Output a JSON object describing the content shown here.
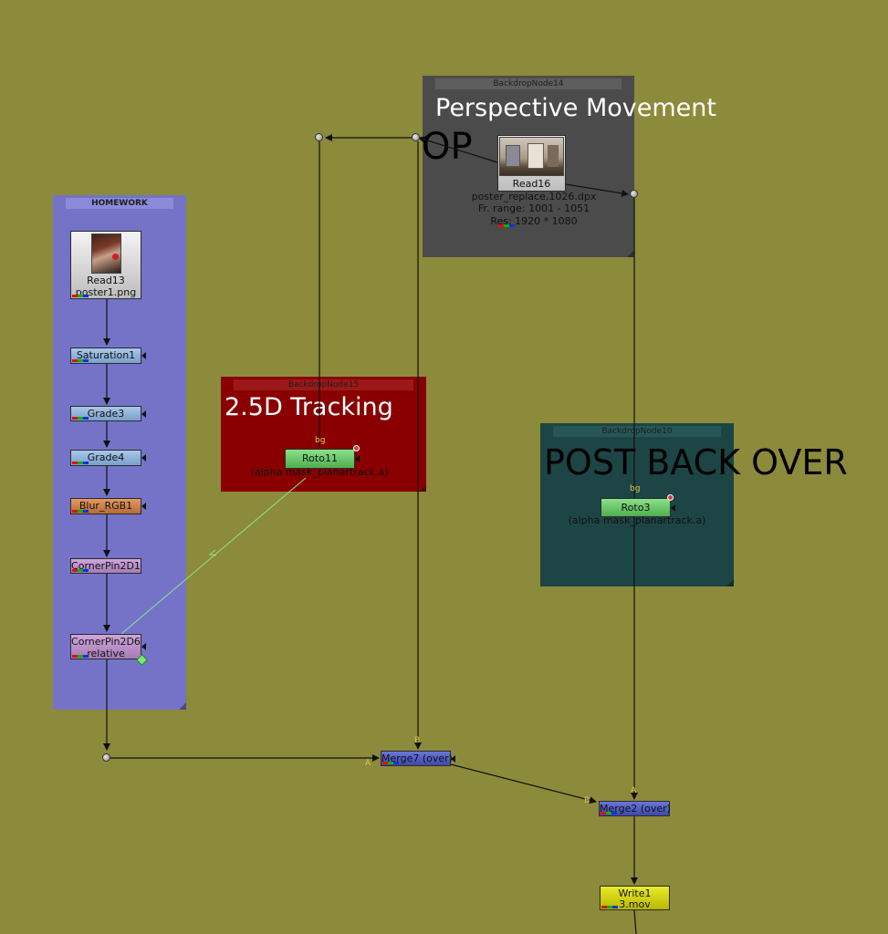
{
  "backdrops": {
    "homework": {
      "label": "HOMEWORK"
    },
    "perspective": {
      "label": "BackdropNode14",
      "title": "Perspective Movement",
      "title2": "OP"
    },
    "tracking": {
      "label": "BackdropNode15",
      "title": "2.5D Tracking"
    },
    "postback": {
      "label": "BackdropNode10",
      "title": "POST BACK OVER"
    }
  },
  "nodes": {
    "read13": {
      "label": "Read13",
      "file": "poster1.png"
    },
    "saturation1": {
      "label": "Saturation1"
    },
    "grade3": {
      "label": "Grade3"
    },
    "grade4": {
      "label": "Grade4"
    },
    "blur": {
      "label": "Blur_RGB1"
    },
    "cornerpin1": {
      "label": "CornerPin2D1"
    },
    "cornerpin6": {
      "label": "CornerPin2D6",
      "sub": "relative"
    },
    "read16": {
      "label": "Read16",
      "file": "poster_replace.1026.dpx",
      "range": "Fr. range: 1001 - 1051",
      "res": "Res: 1920 * 1080"
    },
    "roto11": {
      "label": "Roto11",
      "sub": "(alpha mask_planartrack.a)",
      "input": "bg"
    },
    "roto3": {
      "label": "Roto3",
      "sub": "(alpha mask_planartrack.a)",
      "input": "bg"
    },
    "merge7": {
      "label": "Merge7 (over)",
      "in_a": "A",
      "in_b": "B"
    },
    "merge2": {
      "label": "Merge2 (over)",
      "in_a": "A",
      "in_b": "B"
    },
    "write1": {
      "label": "Write1",
      "file": "3.mov"
    }
  },
  "colors": {
    "canvas": "#8c8a3b",
    "homework_backdrop": "#7473c8",
    "perspective_backdrop": "#4b4b4b",
    "tracking_backdrop": "#8a0000",
    "postback_backdrop": "#1d4545",
    "color_node": "#8db0d8",
    "filter_node": "#cc7a40",
    "transform_node": "#b889c4",
    "draw_node": "#66c466",
    "merge_node": "#4a56c0",
    "write_node": "#d4d40a"
  }
}
